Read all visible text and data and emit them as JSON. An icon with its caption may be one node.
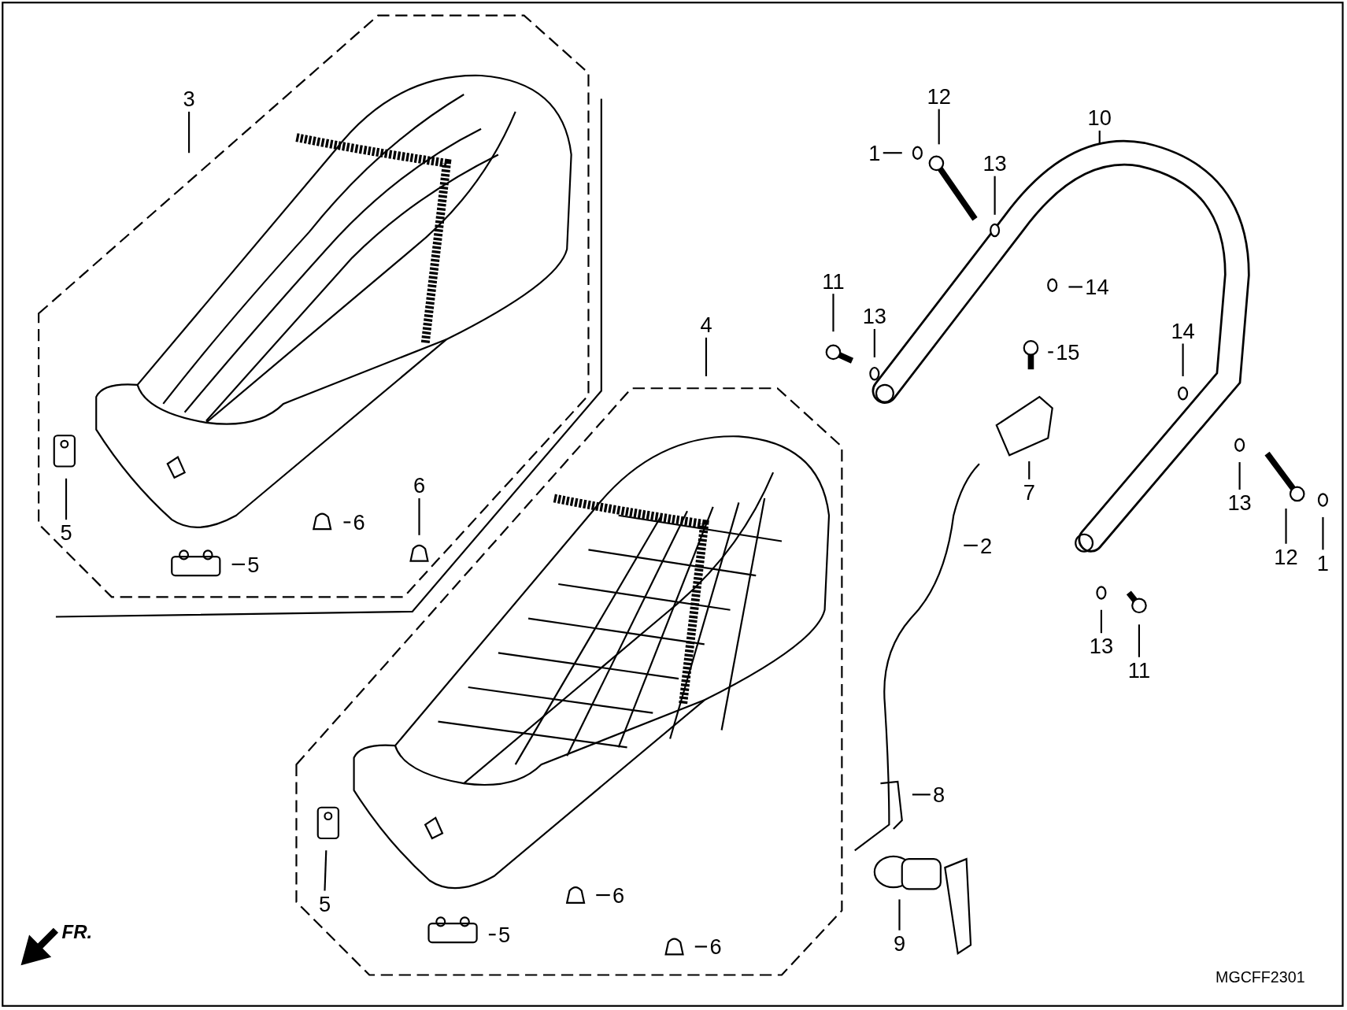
{
  "diagram": {
    "nodes": [
      {
        "text": [
          "12"
        ]
      },
      {
        "text": [
          "3"
        ]
      },
      {
        "text": [
          "10"
        ]
      },
      {
        "text": [
          "1"
        ]
      },
      {
        "text": [
          "13"
        ]
      },
      {
        "text": [
          "11"
        ]
      },
      {
        "text": [
          "14"
        ]
      },
      {
        "text": [
          "13"
        ]
      },
      {
        "text": [
          "4"
        ]
      },
      {
        "text": [
          "14"
        ]
      },
      {
        "text": [
          "15"
        ]
      },
      {
        "text": [
          "6"
        ]
      },
      {
        "text": [
          "7"
        ]
      },
      {
        "text": [
          "13"
        ]
      },
      {
        "text": [
          "6"
        ]
      },
      {
        "text": [
          "5"
        ]
      },
      {
        "text": [
          "2"
        ]
      },
      {
        "text": [
          "12"
        ]
      },
      {
        "text": [
          "1"
        ]
      },
      {
        "text": [
          "5"
        ]
      },
      {
        "text": [
          "13"
        ]
      },
      {
        "text": [
          "11"
        ]
      },
      {
        "text": [
          "8"
        ]
      },
      {
        "text": [
          "6"
        ]
      },
      {
        "text": [
          "5"
        ]
      },
      {
        "text": [
          "5"
        ]
      },
      {
        "text": [
          "9"
        ]
      },
      {
        "text": [
          "6"
        ]
      }
    ],
    "edges": [
      {
        "from": 0,
        "to": null,
        "arrow": "none"
      },
      {
        "from": 1,
        "to": null,
        "arrow": "none"
      },
      {
        "from": 2,
        "to": null,
        "arrow": "none"
      },
      {
        "from": 3,
        "to": null,
        "arrow": "none"
      },
      {
        "from": 4,
        "to": null,
        "arrow": "none"
      },
      {
        "from": 5,
        "to": null,
        "arrow": "none"
      },
      {
        "from": 6,
        "to": null,
        "arrow": "none"
      },
      {
        "from": 7,
        "to": null,
        "arrow": "none"
      },
      {
        "from": 8,
        "to": null,
        "arrow": "none"
      },
      {
        "from": 9,
        "to": null,
        "arrow": "none"
      },
      {
        "from": 10,
        "to": null,
        "arrow": "none"
      },
      {
        "from": 11,
        "to": null,
        "arrow": "none"
      },
      {
        "from": 12,
        "to": null,
        "arrow": "none"
      },
      {
        "from": 13,
        "to": null,
        "arrow": "none"
      },
      {
        "from": 14,
        "to": null,
        "arrow": "none"
      },
      {
        "from": 15,
        "to": null,
        "arrow": "none"
      },
      {
        "from": 16,
        "to": null,
        "arrow": "none"
      },
      {
        "from": 17,
        "to": null,
        "arrow": "none"
      },
      {
        "from": 18,
        "to": null,
        "arrow": "none"
      },
      {
        "from": 19,
        "to": null,
        "arrow": "none"
      },
      {
        "from": 20,
        "to": null,
        "arrow": "none"
      },
      {
        "from": 21,
        "to": null,
        "arrow": "none"
      },
      {
        "from": 22,
        "to": null,
        "arrow": "none"
      },
      {
        "from": 23,
        "to": null,
        "arrow": "none"
      },
      {
        "from": 24,
        "to": null,
        "arrow": "none"
      },
      {
        "from": 25,
        "to": null,
        "arrow": "none"
      },
      {
        "from": 26,
        "to": null,
        "arrow": "none"
      },
      {
        "from": 27,
        "to": null,
        "arrow": "none"
      }
    ],
    "labels": [
      "FR.",
      "MGCFF2301"
    ]
  }
}
